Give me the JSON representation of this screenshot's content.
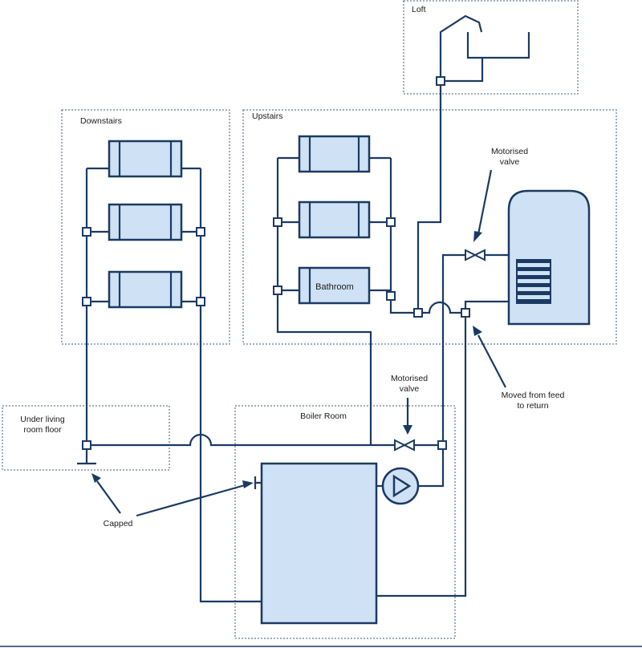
{
  "zones": {
    "loft": "Loft",
    "downstairs": "Downstairs",
    "upstairs": "Upstairs",
    "under_floor_line1": "Under living",
    "under_floor_line2": "room floor",
    "boiler_room": "Boiler Room"
  },
  "radiators": {
    "bathroom_label": "Bathroom"
  },
  "annotations": {
    "motorised_valve_top_line1": "Motorised",
    "motorised_valve_top_line2": "valve",
    "motorised_valve_bottom_line1": "Motorised",
    "motorised_valve_bottom_line2": "valve",
    "moved_line1": "Moved from feed",
    "moved_line2": "to return",
    "capped": "Capped"
  },
  "colors": {
    "pipe": "#1b3a63",
    "component_fill": "#cfe1f4",
    "zone_border": "#3b5a7a"
  }
}
